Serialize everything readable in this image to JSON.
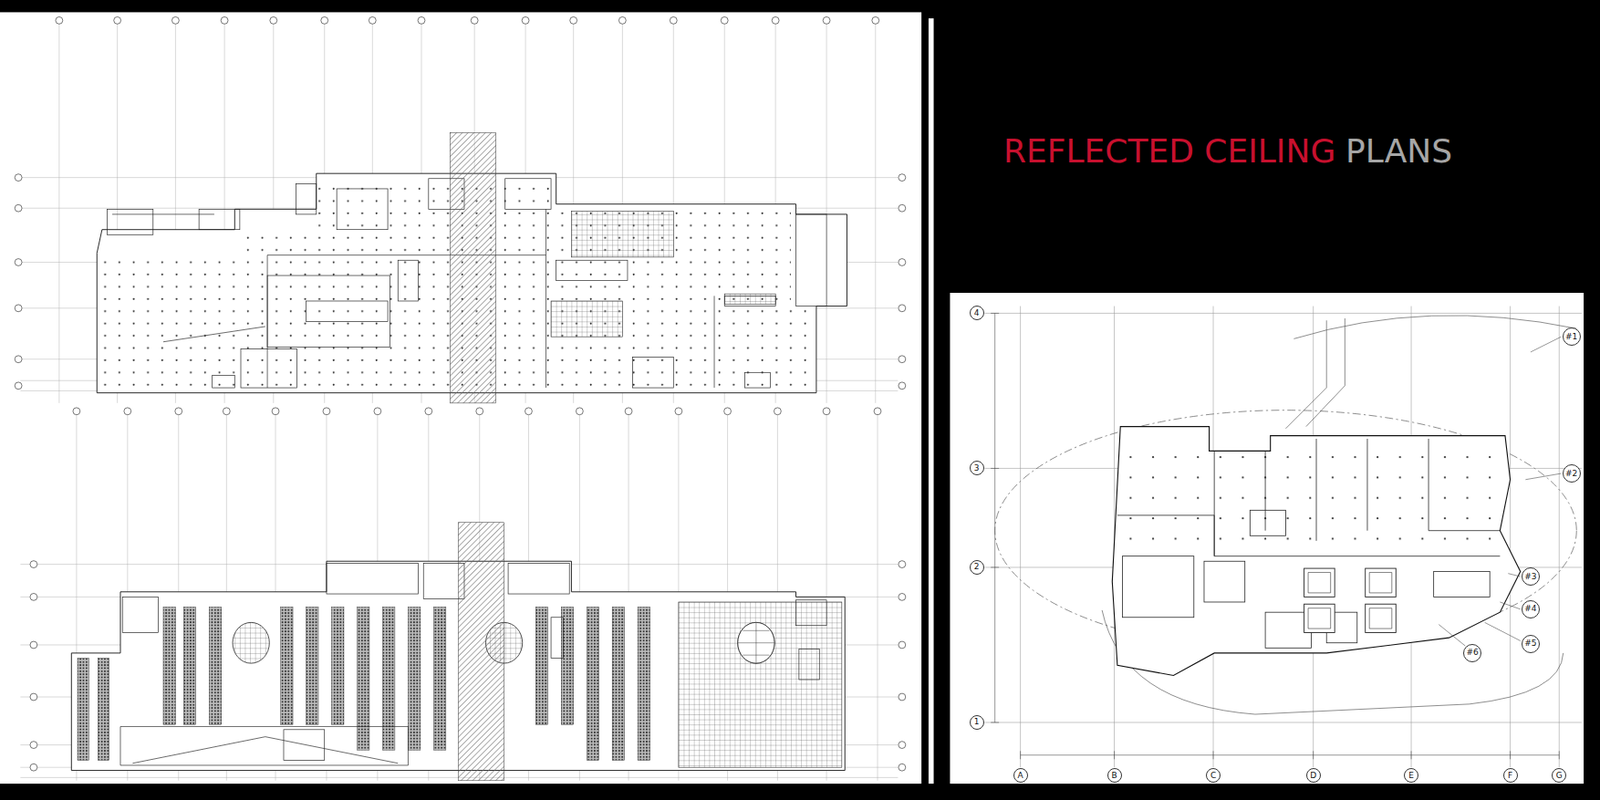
{
  "diagram": {
    "title": "REFLECTED CEILING",
    "nodes": [
      {
        "text": [
          "4"
        ]
      },
      {
        "text": [
          "#1"
        ]
      },
      {
        "text": [
          "3"
        ]
      },
      {
        "text": [
          "#2"
        ]
      },
      {
        "text": [
          "2"
        ]
      },
      {
        "text": [
          "#3"
        ]
      },
      {
        "text": [
          "#4"
        ]
      },
      {
        "text": [
          "#5"
        ]
      },
      {
        "text": [
          "#6"
        ]
      },
      {
        "text": [
          "1"
        ]
      },
      {
        "text": [
          "A"
        ]
      },
      {
        "text": [
          "B"
        ]
      },
      {
        "text": [
          "C"
        ]
      },
      {
        "text": [
          "D"
        ]
      },
      {
        "text": [
          "E"
        ]
      },
      {
        "text": [
          "F"
        ]
      },
      {
        "text": [
          "G"
        ]
      }
    ],
    "labels": [
      "PLANS"
    ]
  }
}
